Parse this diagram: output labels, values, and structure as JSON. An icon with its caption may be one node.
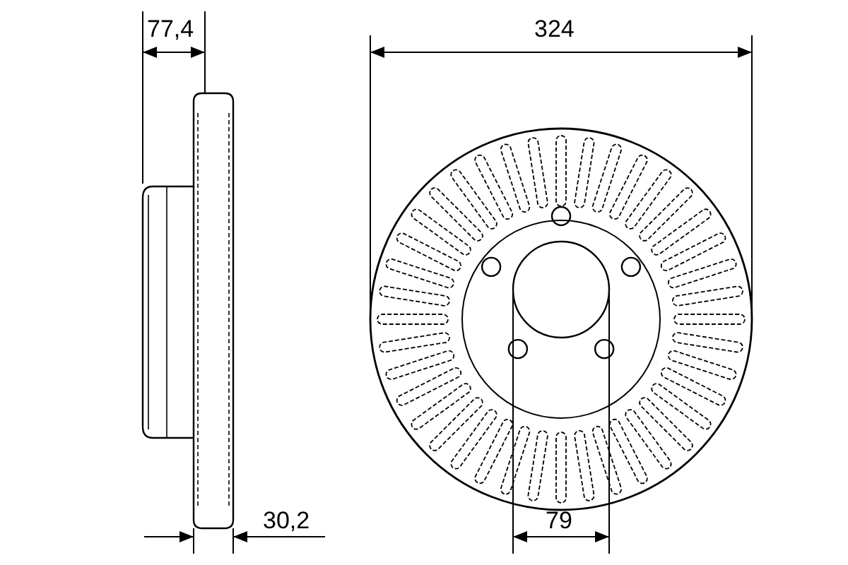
{
  "diagram": {
    "labels": [
      "77,4",
      "324",
      "30,2",
      "79"
    ]
  }
}
